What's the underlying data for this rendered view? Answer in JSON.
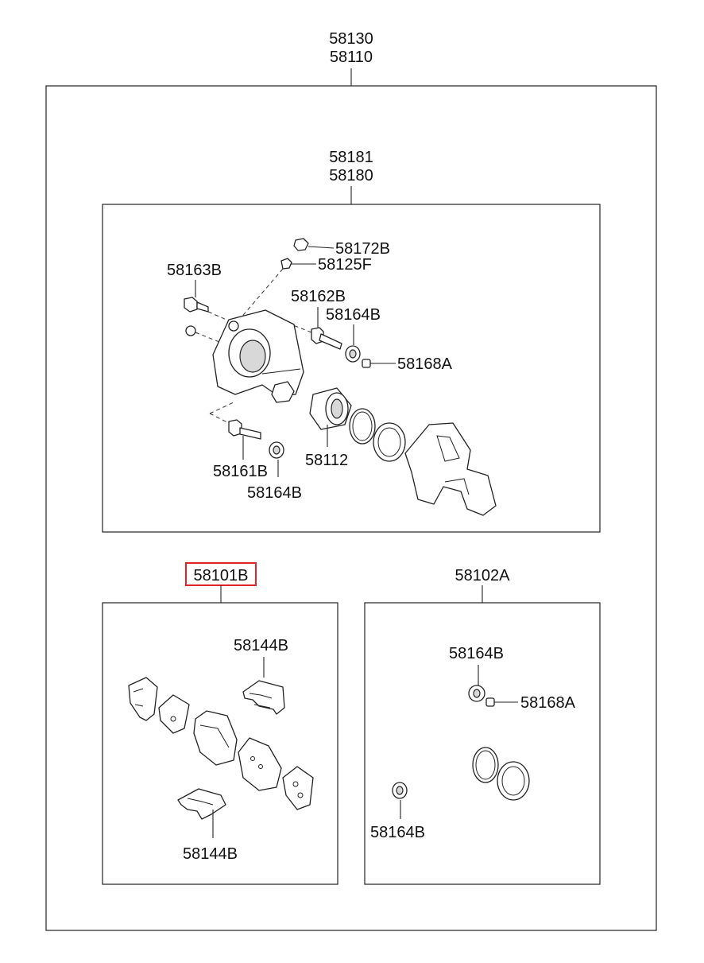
{
  "assembly": {
    "label_1": "58130",
    "label_2": "58110"
  },
  "caliper_kit": {
    "label_1": "58181",
    "label_2": "58180"
  },
  "caliper_parts": {
    "p58172B": "58172B",
    "p58125F": "58125F",
    "p58163B": "58163B",
    "p58162B": "58162B",
    "p58164B_top": "58164B",
    "p58168A": "58168A",
    "p58161B": "58161B",
    "p58112": "58112",
    "p58164B_bottom": "58164B"
  },
  "pad_kit": {
    "label": "58101B",
    "highlighted": true,
    "highlight_color": "#e0242a",
    "p58144B_top": "58144B",
    "p58144B_bottom": "58144B"
  },
  "seal_kit": {
    "label": "58102A",
    "p58164B_top": "58164B",
    "p58168A": "58168A",
    "p58164B_bottom": "58164B"
  }
}
